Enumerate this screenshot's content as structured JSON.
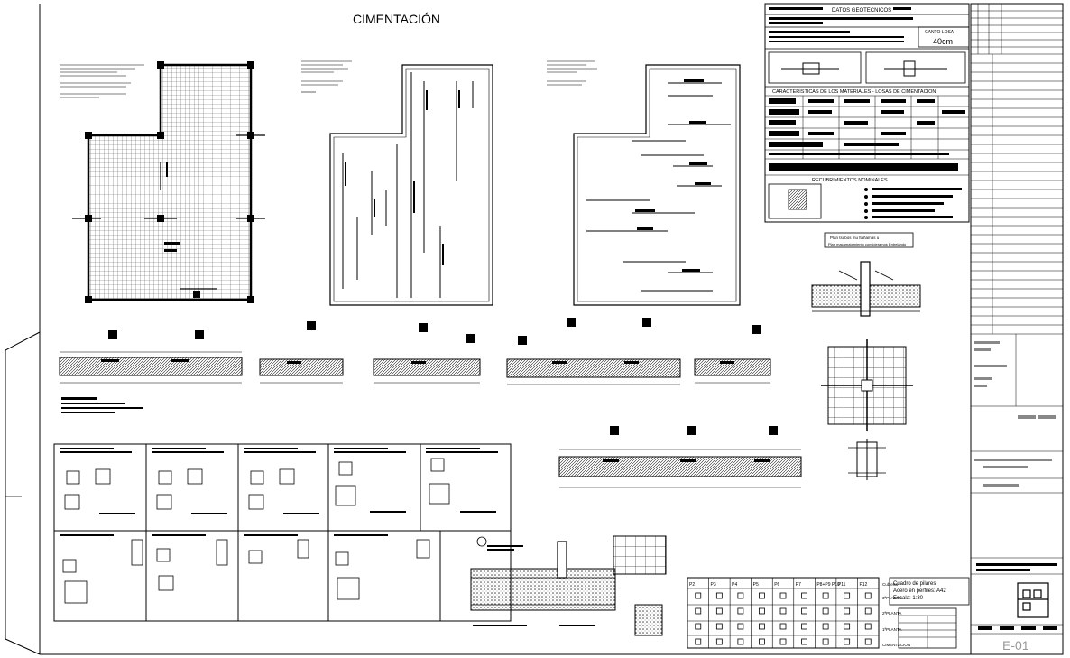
{
  "sheet": {
    "title": "CIMENTACIÓN",
    "sheet_code": "E-01"
  },
  "title_block": {
    "geo_header": "DATOS GEOTECNICOS",
    "slab_thickness_label": "CANTO LOSA",
    "slab_thickness_value": "40cm",
    "materials_header": "CARACTERISTICAS DE LOS MATERIALES - LOSAS DE CIMENTACION",
    "coverings_header": "RECUBRIMIENTOS NOMINALES"
  },
  "pillar_table": {
    "columns": [
      "P2",
      "P3",
      "P4",
      "P5",
      "P6",
      "P7",
      "P8+P9 P10",
      "P11",
      "P12"
    ],
    "rows": [
      "Cubierta",
      "3ªPLANTA",
      "2ªPLANTA",
      "1ªPLANTA",
      "CIMENTACION"
    ],
    "caption_lines": [
      "Cuadro de pilares",
      "Acero en perfiles: A42",
      "Escala: 1:30"
    ]
  },
  "detail_labels": {
    "plan_caption_1": "Plan tsubos mu flañamas u",
    "plan_caption_2": "Plan macamatamiento consideramos Entrelando"
  }
}
